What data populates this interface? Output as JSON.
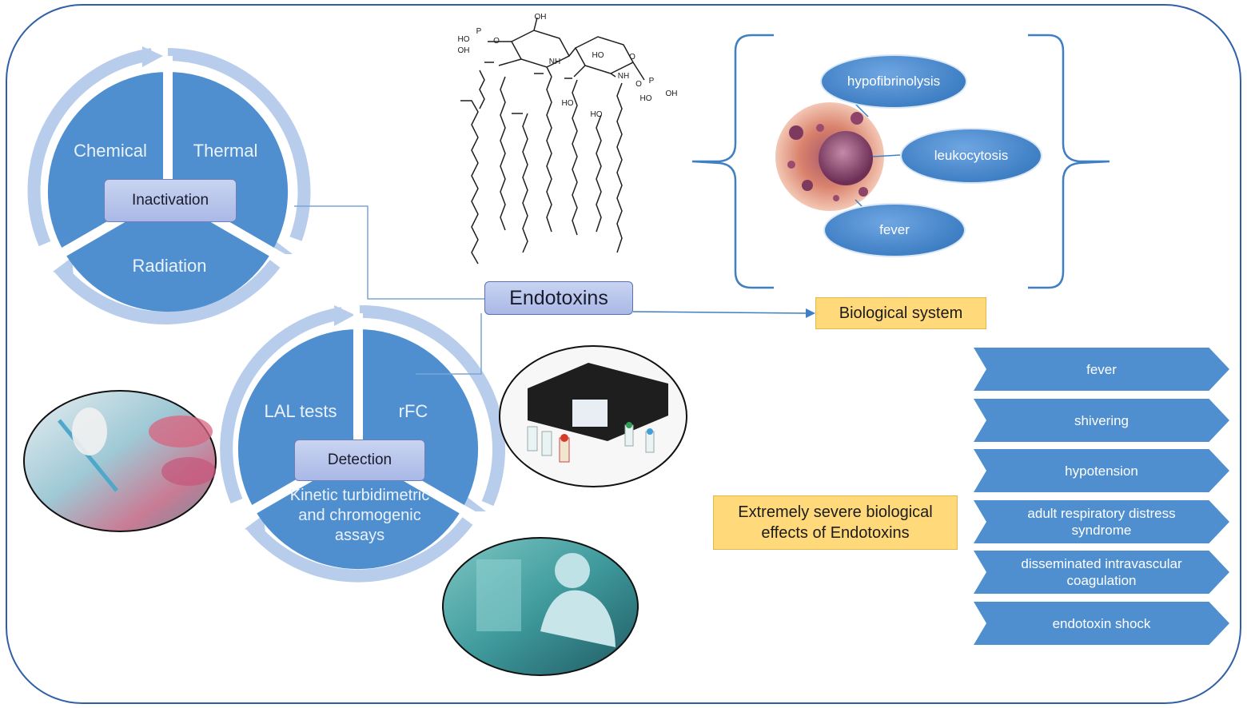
{
  "inactivation": {
    "title": "Inactivation",
    "methods": [
      "Chemical",
      "Thermal",
      "Radiation"
    ]
  },
  "detection": {
    "title": "Detection",
    "methods": [
      "LAL tests",
      "rFC",
      "Kinetic turbidimetric and chromogenic assays"
    ]
  },
  "center": {
    "label": "Endotoxins"
  },
  "biological_system": {
    "label": "Biological system",
    "responses": [
      "hypofibrinolysis",
      "leukocytosis",
      "fever"
    ]
  },
  "severe_effects": {
    "label": "Extremely severe biological effects of Endotoxins",
    "items": [
      "fever",
      "shivering",
      "hypotension",
      "adult respiratory distress syndrome",
      "disseminated intravascular coagulation",
      "endotoxin shock"
    ]
  },
  "molecule": {
    "atoms": [
      "OH",
      "HO",
      "P",
      "O",
      "NH",
      "HO",
      "O",
      "OH",
      "HO",
      "HO",
      "NH",
      "O",
      "P",
      "OH",
      "HO"
    ]
  },
  "colors": {
    "frame": "#2f5fa6",
    "wedge": "#4f8fcf",
    "arrow_ring": "#b7cdeb",
    "node_fill": "#b7c4ec",
    "yellow": "#ffd97a",
    "chevron": "#4f8fcf"
  }
}
